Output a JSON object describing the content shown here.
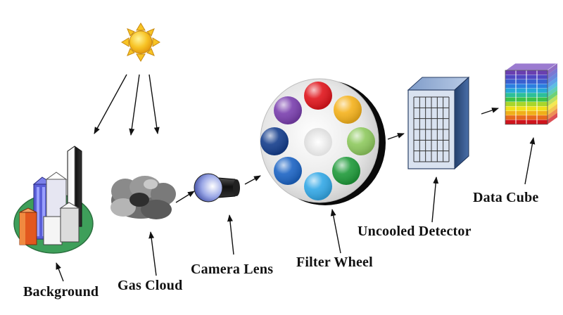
{
  "labels": {
    "background": "Background",
    "gas_cloud": "Gas Cloud",
    "camera_lens": "Camera Lens",
    "filter_wheel": "Filter Wheel",
    "uncooled_detector": "Uncooled Detector",
    "data_cube": "Data Cube"
  },
  "colors": {
    "sun": "#f7c325",
    "ground": "#3e9f5a",
    "filter_red": "#e0151c",
    "filter_orange": "#f5b21c",
    "filter_lightgreen": "#8ec95e",
    "filter_green": "#1f9a3a",
    "filter_cyan": "#33a8e6",
    "filter_blue": "#1c64c4",
    "filter_navy": "#143d8c",
    "filter_purple": "#7a3fae",
    "detector_frame": "#3b5a8a"
  }
}
